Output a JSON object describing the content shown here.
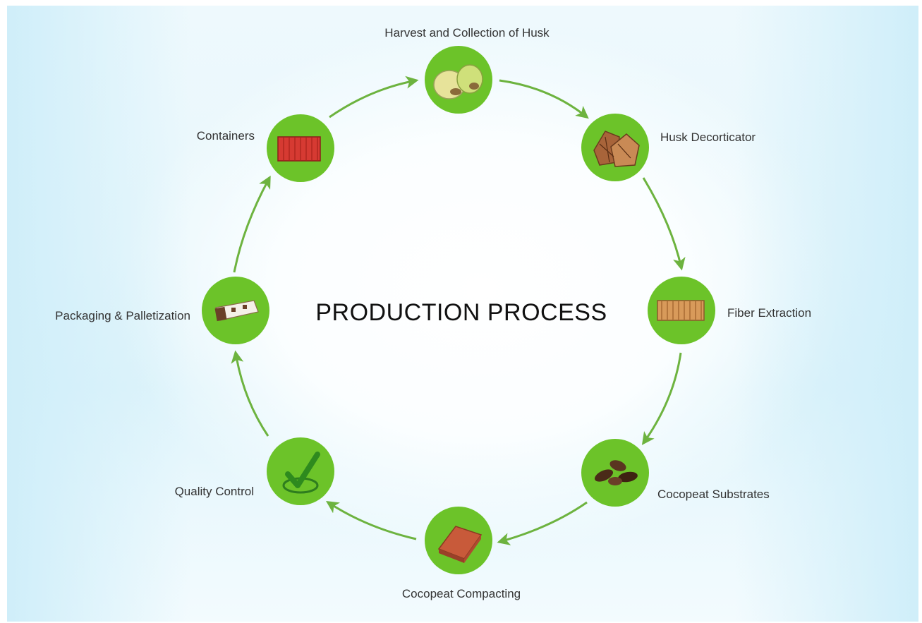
{
  "title": "PRODUCTION PROCESS",
  "colors": {
    "node_fill": "#6cc329",
    "arrow": "#6db33f",
    "text": "#333333"
  },
  "steps": [
    {
      "label": "Harvest and Collection of Husk",
      "icon": "coconut-husk-icon"
    },
    {
      "label": "Husk Decorticator",
      "icon": "husk-chips-icon"
    },
    {
      "label": "Fiber Extraction",
      "icon": "fiber-bale-icon"
    },
    {
      "label": "Cocopeat Substrates",
      "icon": "substrate-pile-icon"
    },
    {
      "label": "Cocopeat Compacting",
      "icon": "compressed-block-icon"
    },
    {
      "label": "Quality Control",
      "icon": "checkmark-seal-icon"
    },
    {
      "label": "Packaging & Palletization",
      "icon": "packaged-bag-icon"
    },
    {
      "label": "Containers",
      "icon": "shipping-container-icon"
    }
  ]
}
